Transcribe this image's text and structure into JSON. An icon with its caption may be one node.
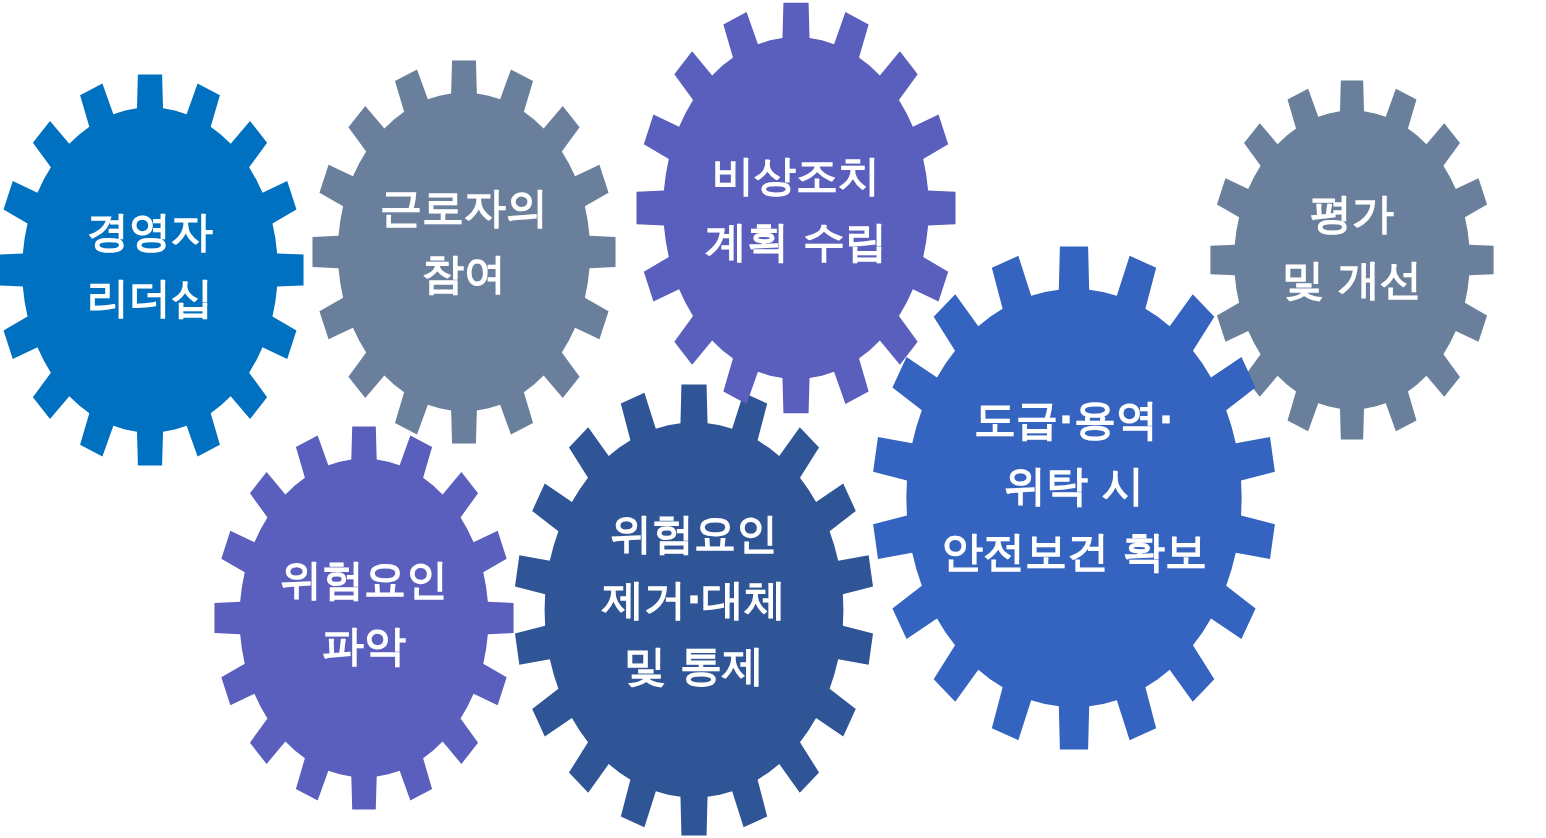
{
  "diagram": {
    "nodes": [
      {
        "text": [
          "경영자 리더십"
        ]
      },
      {
        "text": [
          "근로자의 참여"
        ]
      },
      {
        "text": [
          "비상조치 계획 수립"
        ]
      },
      {
        "text": [
          "평가 및 개선"
        ]
      },
      {
        "text": [
          "위험요인 파악"
        ]
      },
      {
        "text": [
          "위험요인 제거·대체 및 통제"
        ]
      },
      {
        "text": [
          "도급·용역· 위탁 시 안전보건 확보"
        ]
      }
    ]
  }
}
